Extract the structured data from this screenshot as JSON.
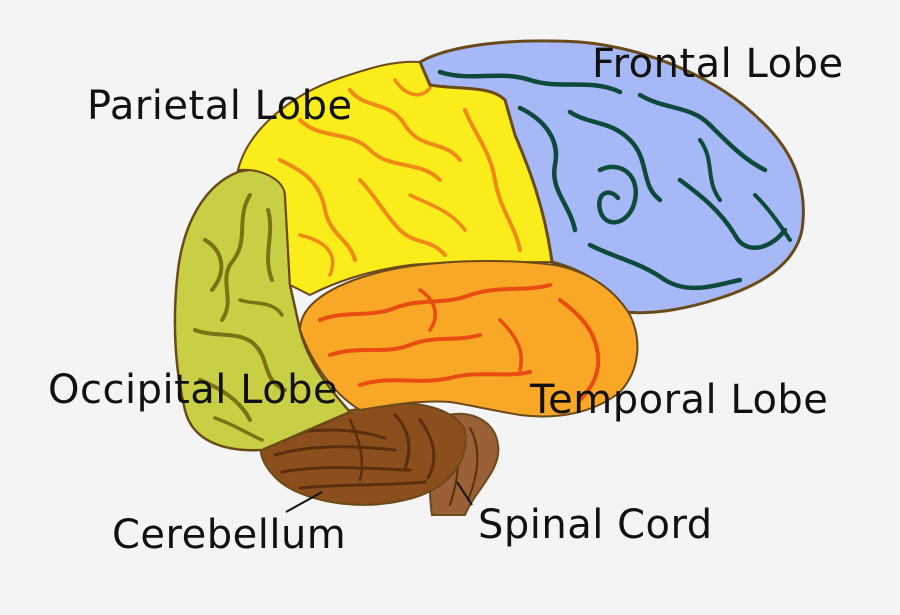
{
  "labels": {
    "frontal": "Frontal Lobe",
    "parietal": "Parietal Lobe",
    "occipital": "Occipital Lobe",
    "temporal": "Temporal Lobe",
    "cerebellum": "Cerebellum",
    "spinal_cord": "Spinal Cord"
  },
  "colors": {
    "background": "#f4f4f4",
    "frontal": "#a6b8f6",
    "frontal_fold": "#0d4a3c",
    "parietal": "#fbed1c",
    "parietal_fold": "#f08a16",
    "occipital": "#c8cf44",
    "occipital_fold": "#7a7315",
    "temporal": "#f8a826",
    "temporal_fold": "#e84c10",
    "cerebellum": "#8a4f1c",
    "cerebellum_fold": "#5a2e0e",
    "spinal_cord": "#9a6038",
    "outline": "#6b4a1a"
  }
}
